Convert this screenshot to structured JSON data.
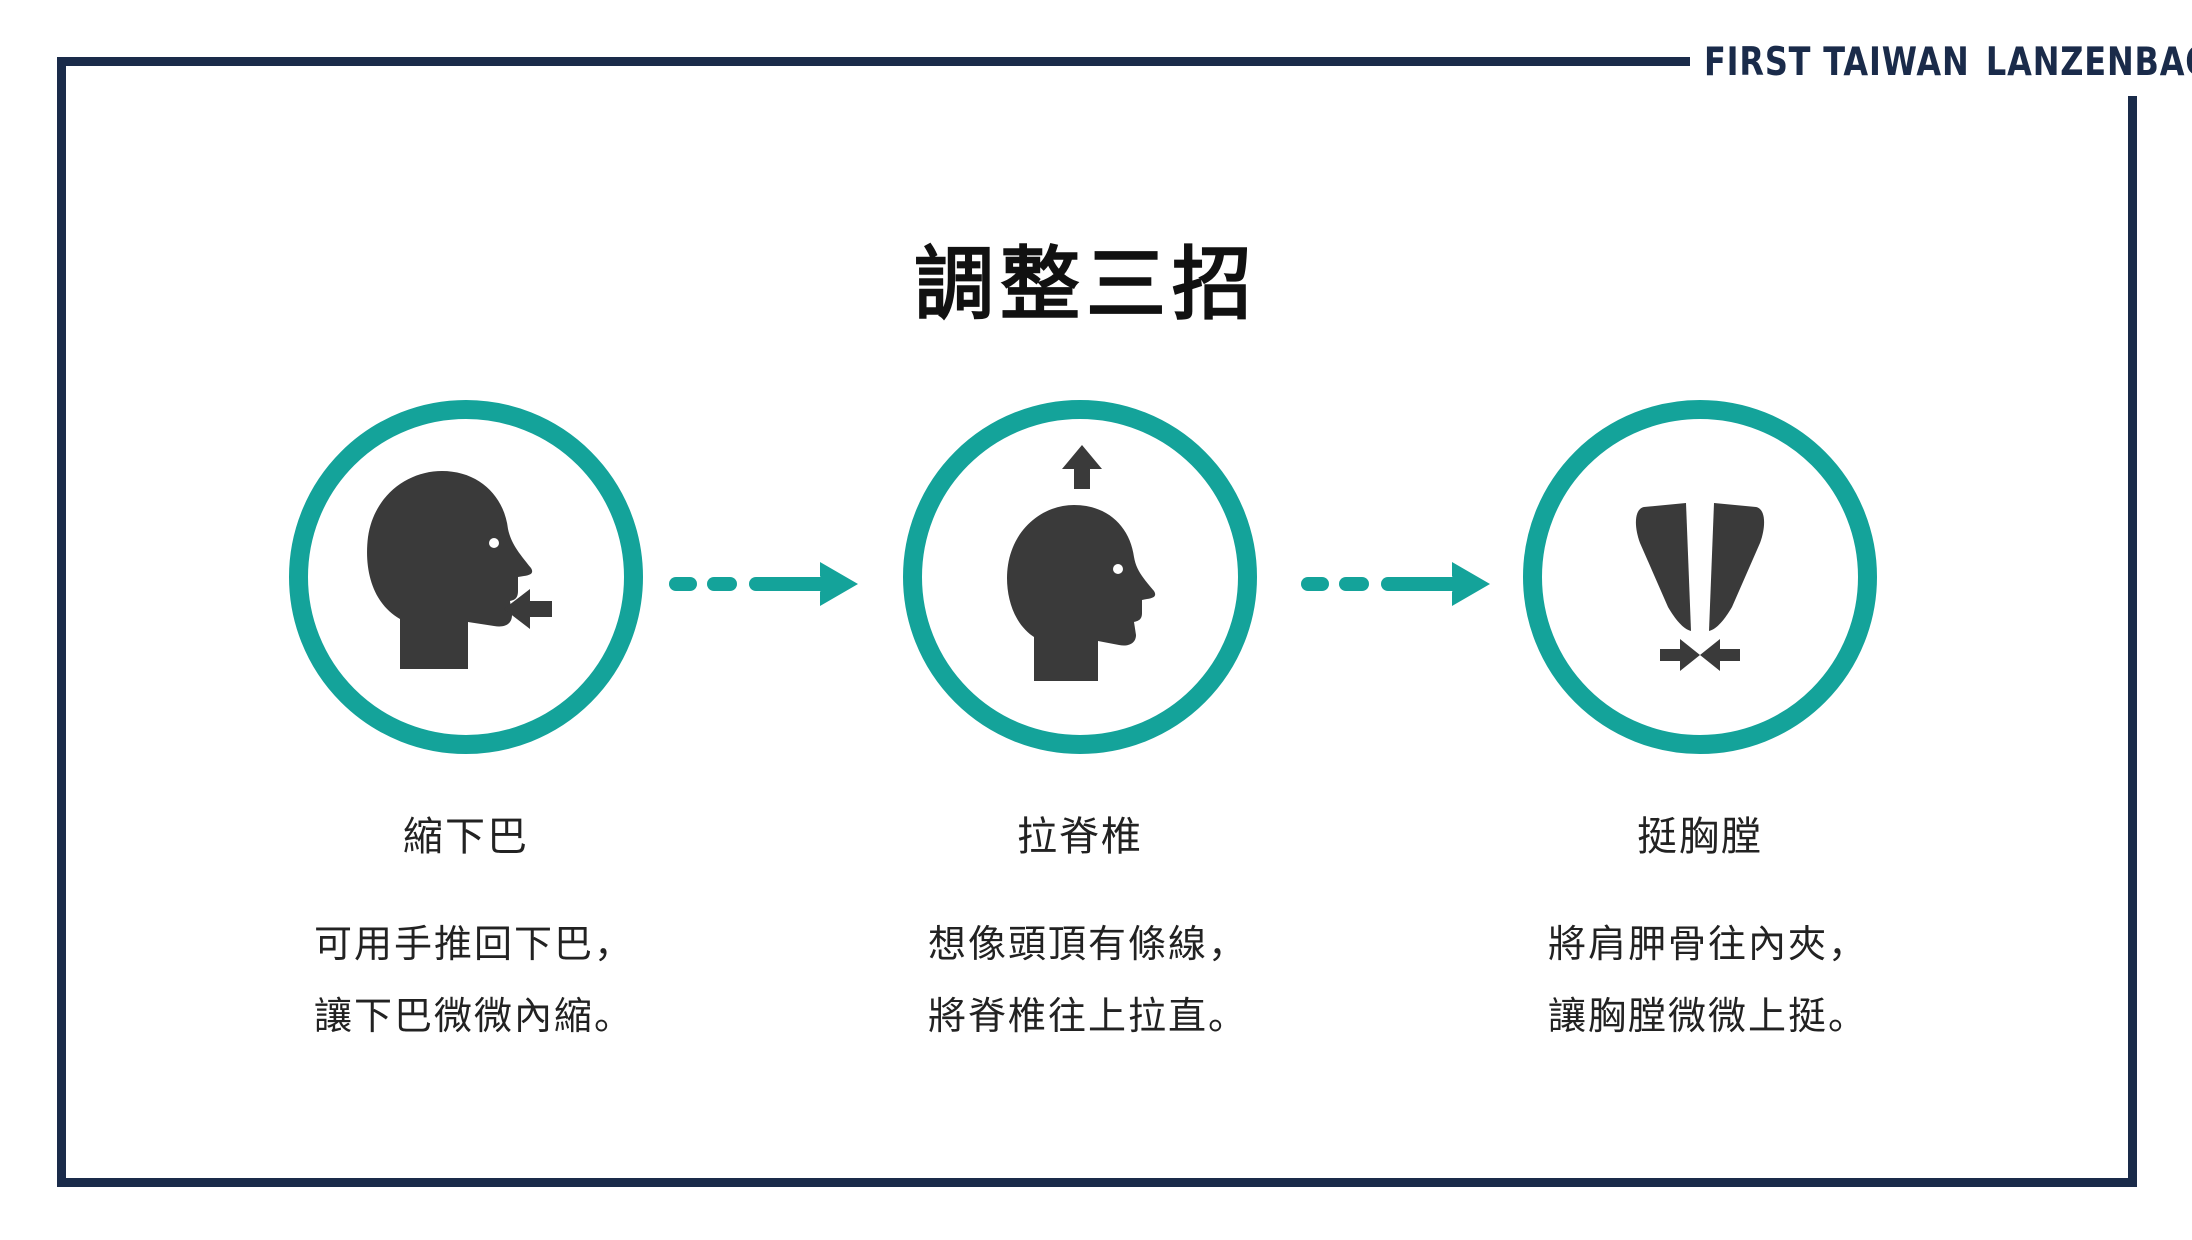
{
  "brand": {
    "part1": "FIRST TAIWAN",
    "part2": "LANZENBAO"
  },
  "title": "調整三招",
  "steps": [
    {
      "icon": "head-chin-tuck-icon",
      "label": "縮下巴",
      "desc_line1": "可用手推回下巴，",
      "desc_line2": "讓下巴微微內縮。"
    },
    {
      "icon": "head-spine-up-icon",
      "label": "拉脊椎",
      "desc_line1": "想像頭頂有條線，",
      "desc_line2": "將脊椎往上拉直。"
    },
    {
      "icon": "shoulder-blades-squeeze-icon",
      "label": "挺胸膛",
      "desc_line1": "將肩胛骨往內夾，",
      "desc_line2": "讓胸膛微微上挺。"
    }
  ],
  "colors": {
    "accent": "#14a39a",
    "frame": "#1a2b4a",
    "icon": "#3a3a3a",
    "text": "#222222"
  }
}
